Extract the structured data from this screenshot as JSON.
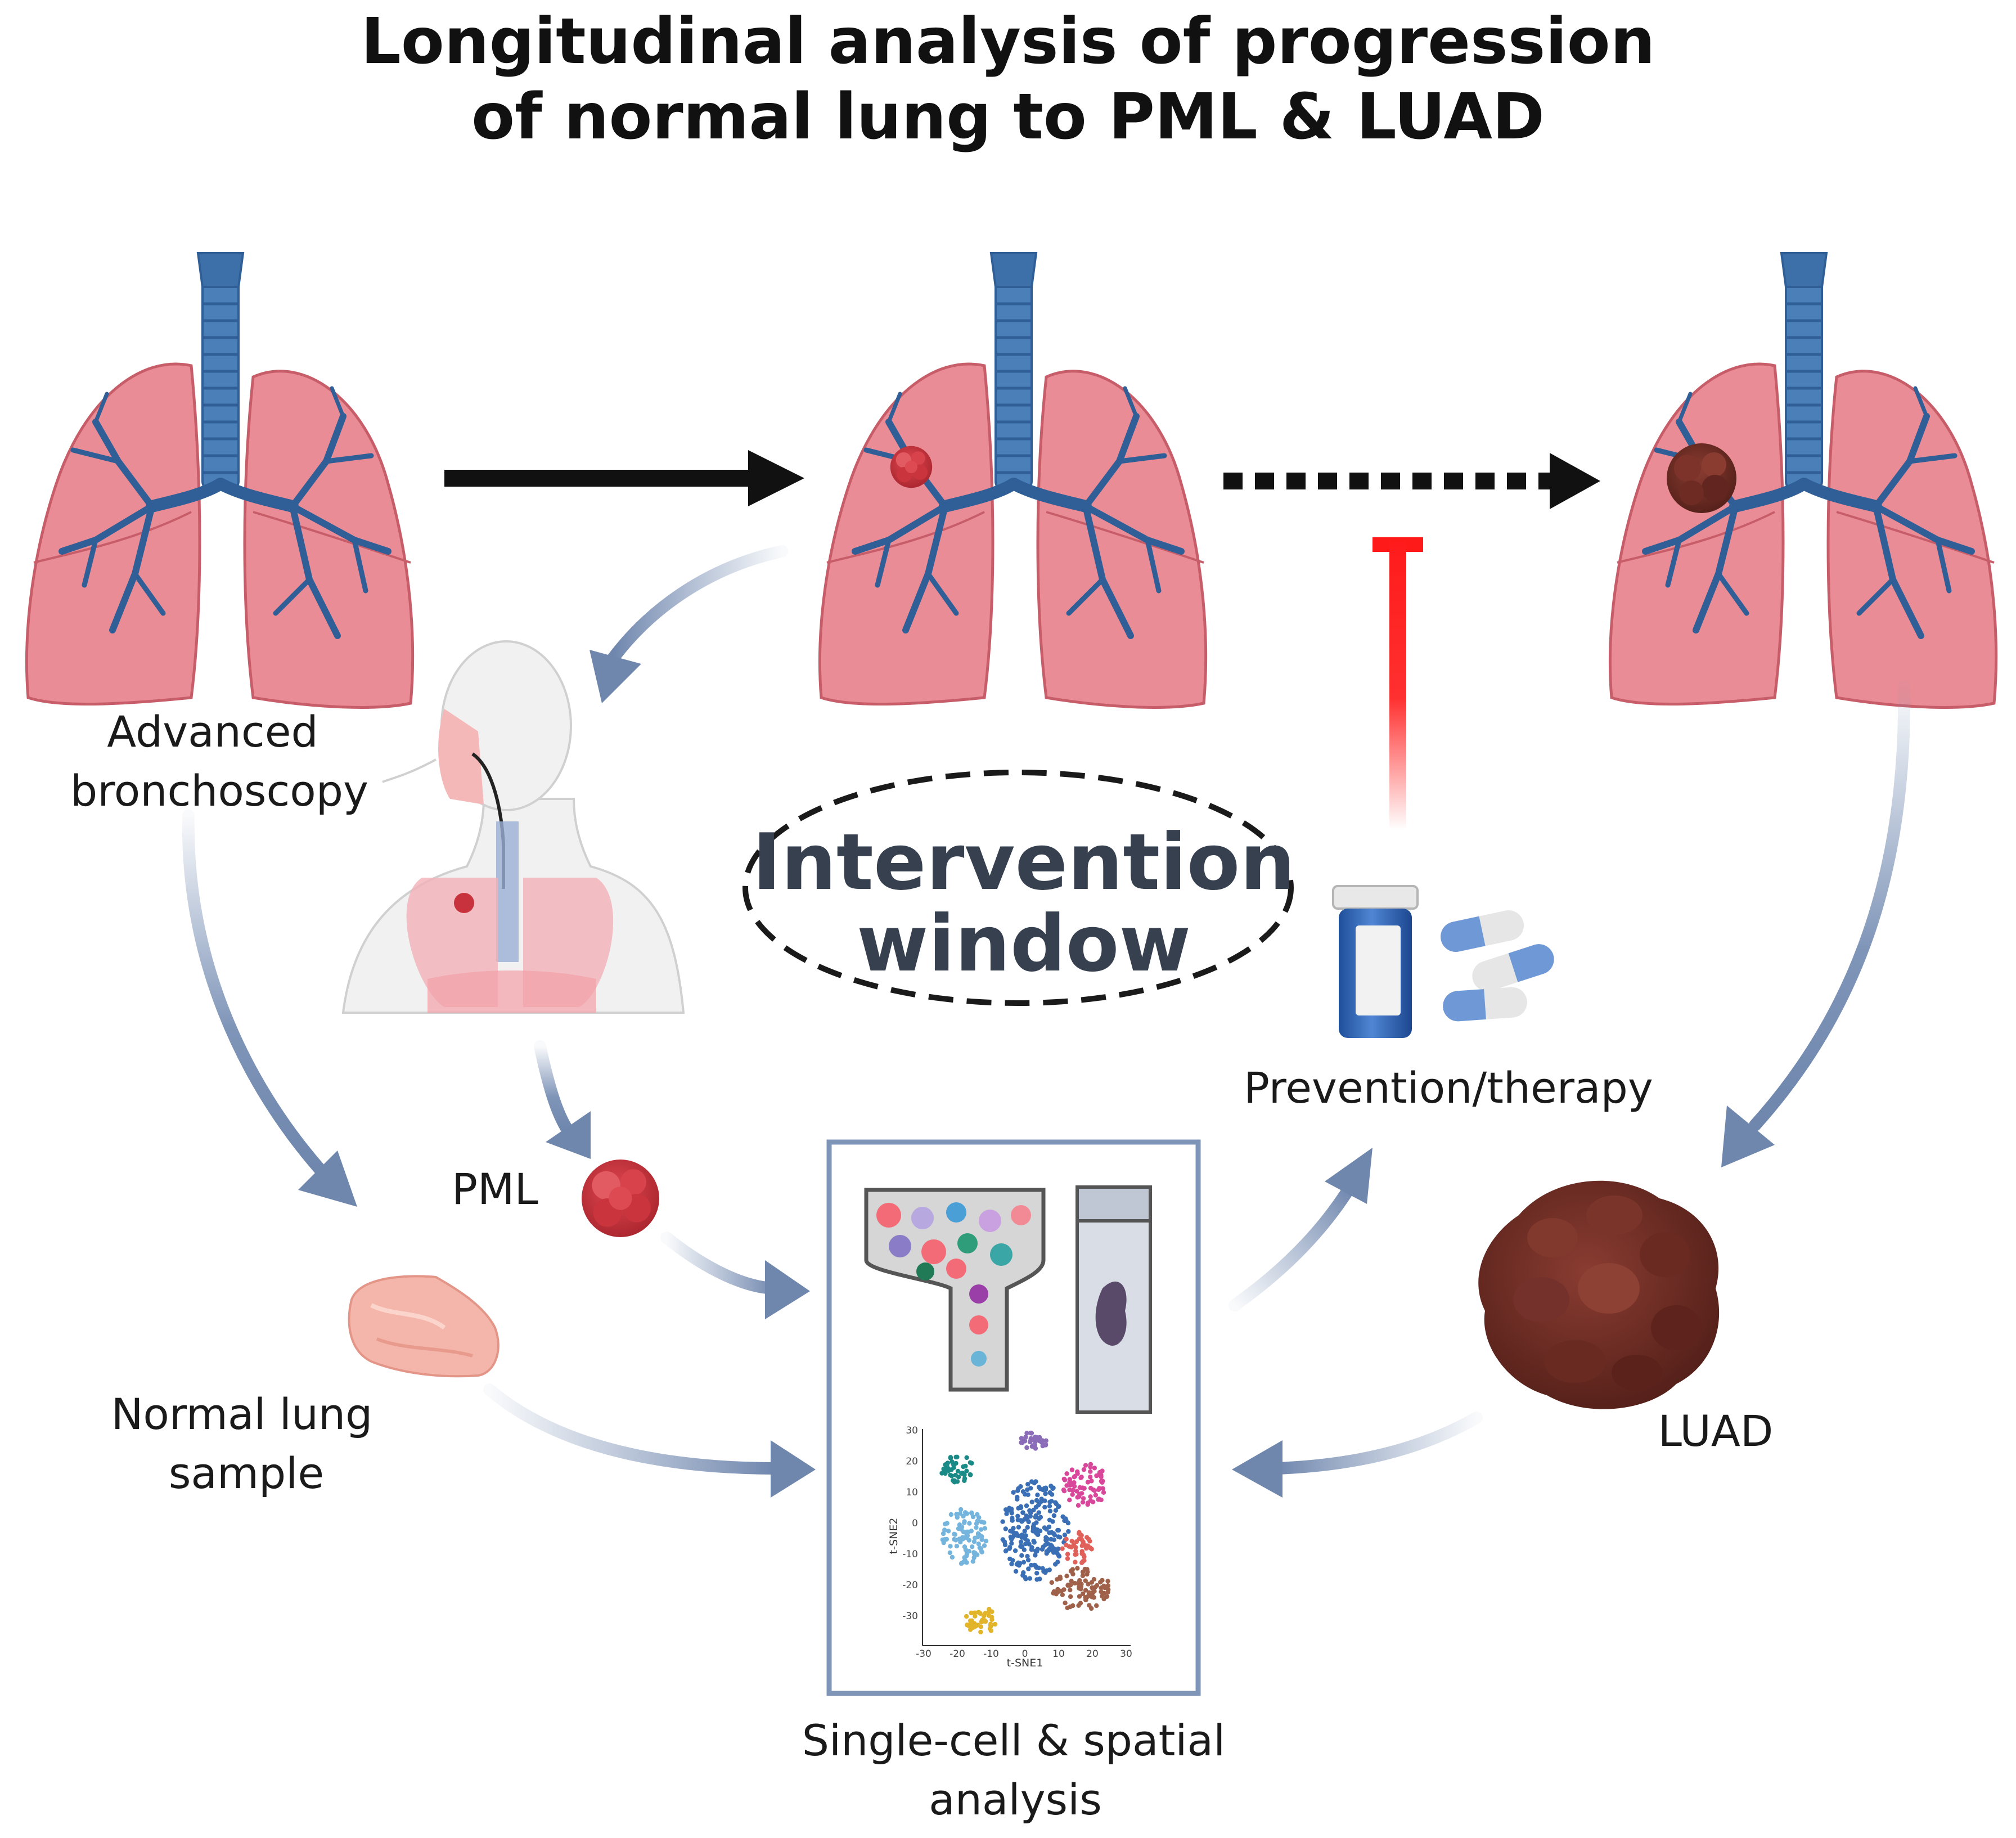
{
  "title_line1": "Longitudinal analysis of progression",
  "title_line2": "of normal lung to PML & LUAD",
  "labels": {
    "bronchoscopy_line1": "Advanced",
    "bronchoscopy_line2": "bronchoscopy",
    "pml": "PML",
    "normal_line1": "Normal lung",
    "normal_line2": "sample",
    "intervention_line1": "Intervention",
    "intervention_line2": "window",
    "prevention": "Prevention/therapy",
    "analysis_line1": "Single-cell & spatial",
    "analysis_line2": "analysis",
    "luad": "LUAD"
  },
  "tsne": {
    "x_label": "t-SNE1",
    "y_label": "t-SNE2",
    "x_ticks": [
      "-30",
      "-20",
      "-10",
      "0",
      "10",
      "20",
      "30"
    ],
    "y_ticks": [
      "30",
      "20",
      "10",
      "0",
      "-10",
      "-20",
      "-30"
    ]
  },
  "colors": {
    "lung_fill": "#e98c95",
    "lung_outline": "#c75d68",
    "airway": "#2f5f96",
    "trachea": "#4a7fb8",
    "flow_arrow": "#7f95b8",
    "inhibit": "#ff1a1a",
    "pml": "#c8323c",
    "luad": "#6b2a22"
  }
}
